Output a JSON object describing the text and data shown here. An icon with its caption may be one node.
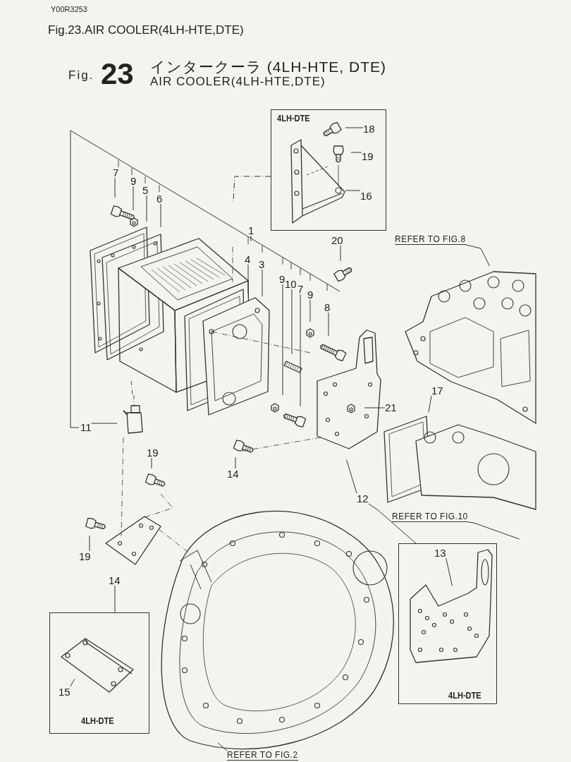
{
  "diagram": {
    "title": "Fig.23.AIR COOLER(4LH-HTE,DTE)",
    "nodes": [
      {
        "text": [
          "4LH-DTE"
        ]
      },
      {
        "text": [
          "18"
        ],
        "in": 0
      },
      {
        "text": [
          "19"
        ],
        "in": 0
      },
      {
        "text": [
          "16"
        ],
        "in": 0
      },
      {
        "text": [
          "7"
        ]
      },
      {
        "text": [
          "9"
        ]
      },
      {
        "text": [
          "5"
        ]
      },
      {
        "text": [
          "6"
        ]
      },
      {
        "text": [
          "1"
        ]
      },
      {
        "text": [
          "4"
        ]
      },
      {
        "text": [
          "3"
        ]
      },
      {
        "text": [
          "9"
        ]
      },
      {
        "text": [
          "10"
        ]
      },
      {
        "text": [
          "7"
        ]
      },
      {
        "text": [
          "9"
        ]
      },
      {
        "text": [
          "8"
        ]
      },
      {
        "text": [
          "20"
        ]
      },
      {
        "text": [
          "REFER TO FIG.8"
        ]
      },
      {
        "text": [
          "21"
        ]
      },
      {
        "text": [
          "17"
        ]
      },
      {
        "text": [
          "11"
        ]
      },
      {
        "text": [
          "14"
        ]
      },
      {
        "text": [
          "19"
        ]
      },
      {
        "text": [
          "19"
        ]
      },
      {
        "text": [
          "12"
        ]
      },
      {
        "text": [
          "REFER TO FIG.10"
        ]
      },
      {
        "text": [
          "14"
        ]
      },
      {
        "text": [
          "4LH-DTE"
        ]
      },
      {
        "text": [
          "15"
        ],
        "in": 27
      },
      {
        "text": [
          "4LH-DTE"
        ]
      },
      {
        "text": [
          "13"
        ],
        "in": 29
      },
      {
        "text": [
          "REFER TO FIG.2"
        ]
      }
    ],
    "edges": [
      {
        "from": 0,
        "to": null,
        "arrow": "none",
        "style": "dashed"
      },
      {
        "from": 1,
        "to": null,
        "arrow": "none"
      },
      {
        "from": 2,
        "to": null,
        "arrow": "none"
      },
      {
        "from": 3,
        "to": null,
        "arrow": "none"
      },
      {
        "from": 4,
        "to": null,
        "arrow": "none"
      },
      {
        "from": 5,
        "to": null,
        "arrow": "none"
      },
      {
        "from": 6,
        "to": null,
        "arrow": "none"
      },
      {
        "from": 7,
        "to": null,
        "arrow": "none"
      },
      {
        "from": 8,
        "to": null,
        "arrow": "none"
      },
      {
        "from": 9,
        "to": null,
        "arrow": "none"
      },
      {
        "from": 10,
        "to": null,
        "arrow": "none"
      },
      {
        "from": 11,
        "to": null,
        "arrow": "none"
      },
      {
        "from": 12,
        "to": null,
        "arrow": "none"
      },
      {
        "from": 13,
        "to": null,
        "arrow": "none"
      },
      {
        "from": 14,
        "to": null,
        "arrow": "none"
      },
      {
        "from": 15,
        "to": null,
        "arrow": "none"
      },
      {
        "from": 16,
        "to": null,
        "arrow": "none"
      },
      {
        "from": 17,
        "to": null,
        "arrow": "none"
      },
      {
        "from": 18,
        "to": null,
        "arrow": "none"
      },
      {
        "from": 19,
        "to": null,
        "arrow": "none"
      },
      {
        "from": 20,
        "to": null,
        "arrow": "none"
      },
      {
        "from": 21,
        "to": null,
        "arrow": "none"
      },
      {
        "from": 22,
        "to": null,
        "arrow": "none"
      },
      {
        "from": 23,
        "to": null,
        "arrow": "none"
      },
      {
        "from": 24,
        "to": null,
        "arrow": "none"
      },
      {
        "from": 24,
        "to": 29,
        "arrow": "none"
      },
      {
        "from": 25,
        "to": null,
        "arrow": "none"
      },
      {
        "from": 26,
        "to": 27,
        "arrow": "none"
      },
      {
        "from": 28,
        "to": null,
        "arrow": "none"
      },
      {
        "from": 30,
        "to": null,
        "arrow": "none"
      },
      {
        "from": 31,
        "to": null,
        "arrow": "none"
      }
    ],
    "labels": [
      "Y00R3253",
      "Fig.",
      "23",
      "インタークーラ (4LH-HTE, DTE)",
      "AIR COOLER(4LH-HTE,DTE)"
    ]
  }
}
